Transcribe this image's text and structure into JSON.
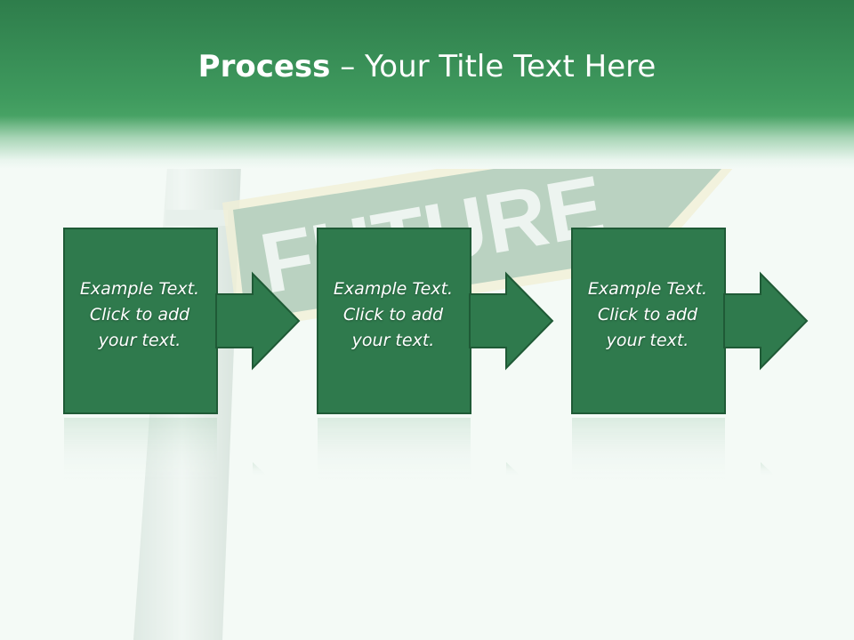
{
  "header": {
    "title_bold": "Process",
    "title_dash": " – ",
    "title_rest": "Your Title Text Here"
  },
  "background": {
    "sign_word": "FUTURE"
  },
  "steps": [
    {
      "line1": "Example Text.",
      "line2": "Click  to add",
      "line3": "your text."
    },
    {
      "line1": "Example Text.",
      "line2": "Click  to add",
      "line3": "your text."
    },
    {
      "line1": "Example Text.",
      "line2": "Click  to add",
      "line3": "your text."
    }
  ],
  "colors": {
    "header_green": "#3a9459",
    "box_fill": "#2f7a4d",
    "box_border": "#1f5a36",
    "page_bg": "#f4faf6"
  }
}
